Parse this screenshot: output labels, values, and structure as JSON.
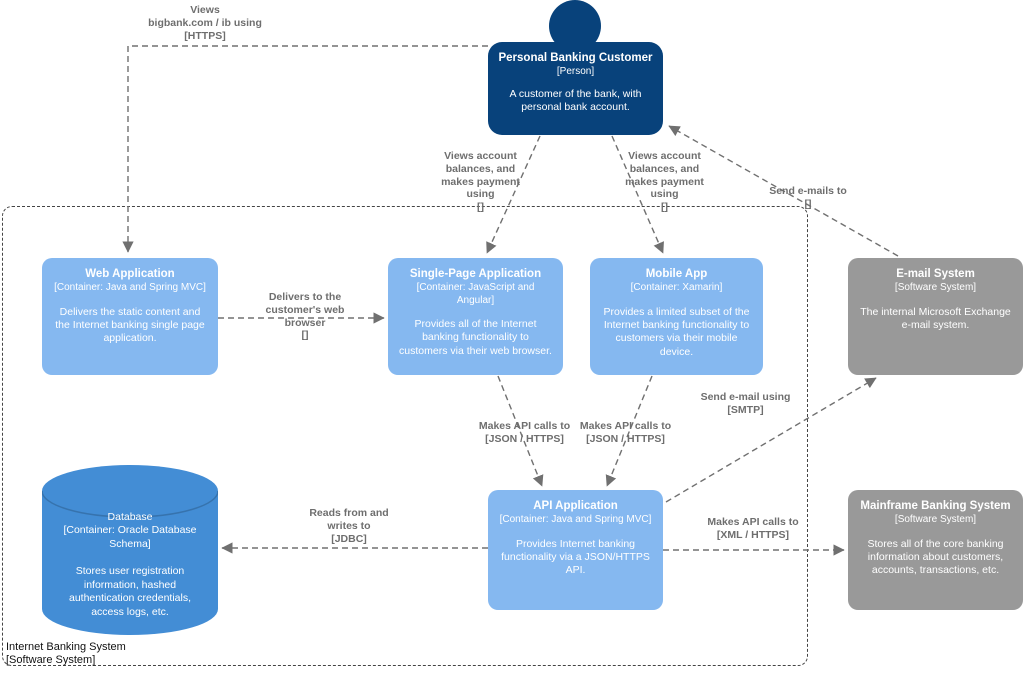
{
  "colors": {
    "person": "#08427b",
    "container": "#85b8f0",
    "database": "#438dd5",
    "external": "#999999",
    "edge": "#707070",
    "edge_label": "#6e6e6e"
  },
  "boundary": {
    "label": "Internet Banking System\n[Software System]"
  },
  "nodes": {
    "customer": {
      "title": "Personal Banking Customer",
      "subtitle": "[Person]",
      "description": "A customer of the bank, with personal bank account."
    },
    "web_app": {
      "title": "Web Application",
      "subtitle": "[Container: Java and Spring MVC]",
      "description": "Delivers the static content and the Internet banking single page application."
    },
    "spa": {
      "title": "Single-Page Application",
      "subtitle": "[Container: JavaScript and Angular]",
      "description": "Provides all of the Internet banking functionality to customers via their web browser."
    },
    "mobile_app": {
      "title": "Mobile App",
      "subtitle": "[Container: Xamarin]",
      "description": "Provides a limited subset of the Internet banking functionality to customers via their mobile device."
    },
    "email_system": {
      "title": "E-mail System",
      "subtitle": "[Software System]",
      "description": "The internal Microsoft Exchange e-mail system."
    },
    "api_app": {
      "title": "API Application",
      "subtitle": "[Container: Java and Spring MVC]",
      "description": "Provides Internet banking functionality via a JSON/HTTPS API."
    },
    "database": {
      "title": "Database",
      "subtitle": "[Container: Oracle Database Schema]",
      "description": "Stores user registration information, hashed authentication credentials, access logs, etc."
    },
    "mainframe": {
      "title": "Mainframe Banking System",
      "subtitle": "[Software System]",
      "description": "Stores all of the core banking information about customers, accounts, transactions, etc."
    }
  },
  "edges": {
    "customer_web": "Views\nbigbank.com / ib using\n[HTTPS]",
    "customer_spa": "Views account\nbalances, and\nmakes payment\nusing\n[]",
    "customer_mobile": "Views account\nbalances, and\nmakes payment\nusing\n[]",
    "email_customer": "Send e-mails to\n[]",
    "web_spa": "Delivers to the\ncustomer's web\nbrowser\n[]",
    "spa_api": "Makes API calls to\n[JSON / HTTPS]",
    "mobile_api": "Makes API calls to\n[JSON / HTTPS]",
    "api_email": "Send e-mail using\n[SMTP]",
    "api_db": "Reads from and\nwrites to\n[JDBC]",
    "api_mainframe": "Makes API calls to\n[XML / HTTPS]"
  }
}
